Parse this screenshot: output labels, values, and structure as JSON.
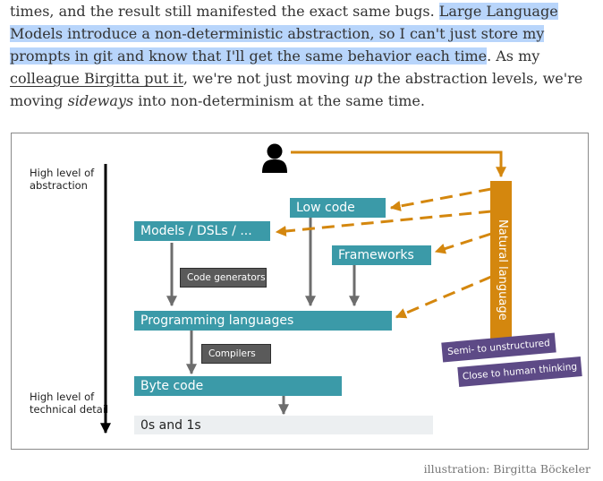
{
  "article": {
    "text_before": "times, and the result still manifested the exact same bugs. ",
    "highlight": "Large Language Models introduce a non-deterministic abstraction, so I can't just store my prompts in git and know that I'll get the same behavior each time",
    "text_mid1": ". As my ",
    "link": "colleague Birgitta put it",
    "text_mid2": ", we're not just moving ",
    "em1": "up",
    "text_mid3": " the abstraction levels, we're moving ",
    "em2": "sideways",
    "text_end": " into non-determinism at the same time."
  },
  "diagram": {
    "axis_top_label": "High level of abstraction",
    "axis_bottom_label": "High level of technical detail",
    "boxes": {
      "low_code": "Low code",
      "models_dsls": "Models / DSLs / ...",
      "frameworks": "Frameworks",
      "code_generators": "Code generators",
      "programming_languages": "Programming languages",
      "compilers": "Compilers",
      "byte_code": "Byte code",
      "zeros_ones": "0s and 1s",
      "natural_language": "Natural language",
      "tag1": "Semi- to unstructured",
      "tag2": "Close to human thinking"
    },
    "icons": {
      "user": "person-icon"
    },
    "colors": {
      "teal": "#3b9aa8",
      "orange": "#d4870e",
      "grey_box": "#5a5a5a",
      "purple": "#5d4a86",
      "arrow_grey": "#6d6d6d"
    }
  },
  "caption": "illustration: Birgitta Böckeler"
}
